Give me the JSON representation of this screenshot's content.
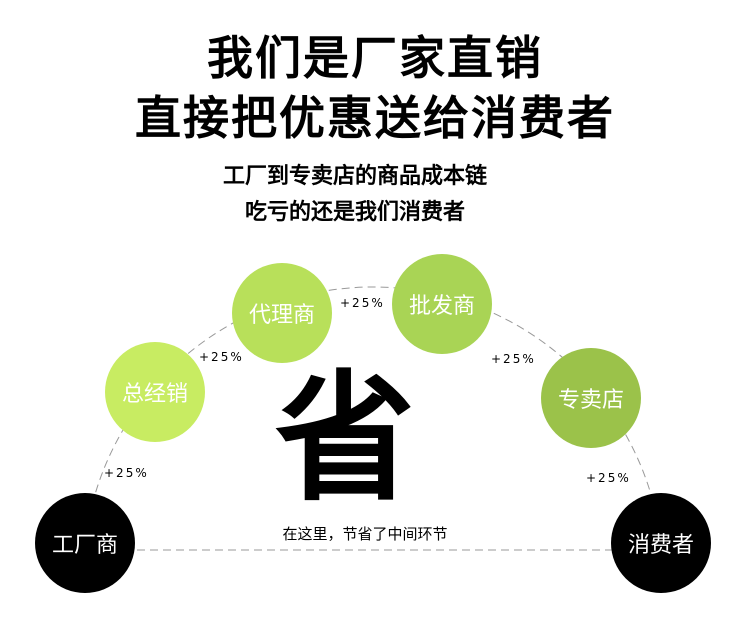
{
  "header": {
    "title_line1": "我们是厂家直销",
    "title_line2": "直接把优惠送给消费者",
    "subtitle_line1": "工厂到专卖店的商品成本链",
    "subtitle_line2": "吃亏的还是我们消费者"
  },
  "chain": {
    "nodes": [
      {
        "label": "工厂商",
        "color": "#000000"
      },
      {
        "label": "总经销",
        "color": "#c8ec62"
      },
      {
        "label": "代理商",
        "color": "#b8e05a"
      },
      {
        "label": "批发商",
        "color": "#a9d455"
      },
      {
        "label": "专卖店",
        "color": "#9bc24a"
      },
      {
        "label": "消费者",
        "color": "#000000"
      }
    ],
    "markups": [
      "+25%",
      "+25%",
      "+25%",
      "+25%",
      "+25%"
    ]
  },
  "center": {
    "big_char": "省",
    "caption": "在这里，节省了中间环节"
  }
}
